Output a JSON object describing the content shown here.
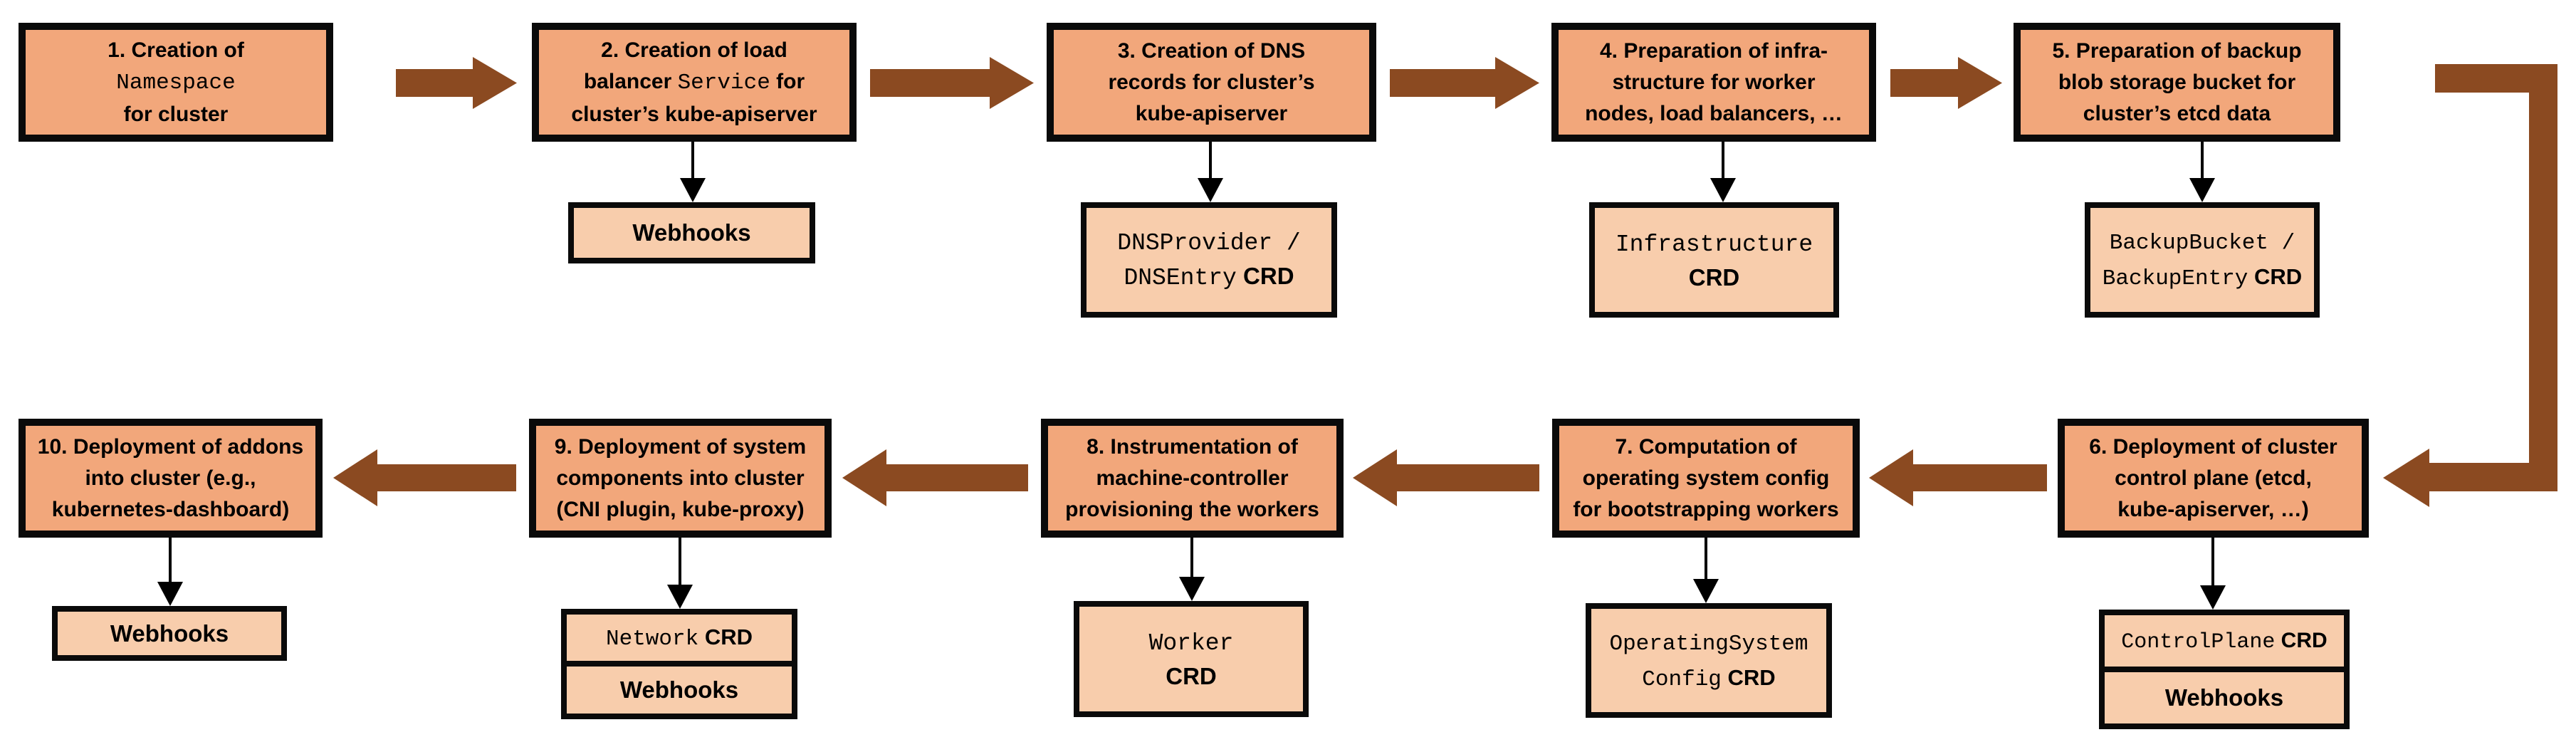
{
  "diagram": {
    "type": "flowchart",
    "subject": "Cluster creation flow with CRDs and Webhooks",
    "colors": {
      "step_box_fill": "#F2A77B",
      "attachment_box_fill": "#F8CDAC",
      "block_arrow": "#8B4A21",
      "border": "#0A0A0A",
      "background": "#FFFFFF"
    }
  },
  "steps": [
    {
      "l1": [
        {
          "t": "1. Creation of"
        }
      ],
      "l2": [
        {
          "t": "Namespace"
        }
      ],
      "l3": [
        {
          "t": "for cluster"
        }
      ]
    },
    {
      "l1": [
        {
          "t": "2. Creation of load"
        }
      ],
      "l2": [
        {
          "t": "balancer "
        },
        {
          "t": "Service"
        },
        {
          "t": " for"
        }
      ],
      "l3": [
        {
          "t": "cluster’s kube-apiserver"
        }
      ]
    },
    {
      "l1": [
        {
          "t": "3. Creation of DNS"
        }
      ],
      "l2": [
        {
          "t": "records for cluster’s"
        }
      ],
      "l3": [
        {
          "t": "kube-apiserver"
        }
      ]
    },
    {
      "l1": [
        {
          "t": "4. Preparation of infra-"
        }
      ],
      "l2": [
        {
          "t": "structure for worker"
        }
      ],
      "l3": [
        {
          "t": "nodes, load balancers, …"
        }
      ]
    },
    {
      "l1": [
        {
          "t": "5. Preparation of backup"
        }
      ],
      "l2": [
        {
          "t": "blob storage bucket for"
        }
      ],
      "l3": [
        {
          "t": "cluster’s etcd data"
        }
      ]
    },
    {
      "l1": [
        {
          "t": "6. Deployment of cluster"
        }
      ],
      "l2": [
        {
          "t": "control plane (etcd,"
        }
      ],
      "l3": [
        {
          "t": "kube-apiserver, …)"
        }
      ]
    },
    {
      "l1": [
        {
          "t": "7. Computation of"
        }
      ],
      "l2": [
        {
          "t": "operating system config"
        }
      ],
      "l3": [
        {
          "t": "for bootstrapping workers"
        }
      ]
    },
    {
      "l1": [
        {
          "t": "8. Instrumentation of"
        }
      ],
      "l2": [
        {
          "t": "machine-controller"
        }
      ],
      "l3": [
        {
          "t": "provisioning the workers"
        }
      ]
    },
    {
      "l1": [
        {
          "t": "9. Deployment of system"
        }
      ],
      "l2": [
        {
          "t": "components into cluster"
        }
      ],
      "l3": [
        {
          "t": "(CNI plugin, kube-proxy)"
        }
      ]
    },
    {
      "l1": [
        {
          "t": "10. Deployment of addons"
        }
      ],
      "l2": [
        {
          "t": "into cluster (e.g.,"
        }
      ],
      "l3": [
        {
          "t": "kubernetes-dashboard)"
        }
      ]
    }
  ],
  "attachments": {
    "b2_webhooks": {
      "label": "Webhooks"
    },
    "b3_crd": {
      "line1": "DNSProvider /",
      "mono2": "DNSEntry",
      "suffix2": " CRD"
    },
    "b4_crd": {
      "line1": "Infrastructure",
      "line2": "CRD"
    },
    "b5_crd": {
      "line1": "BackupBucket /",
      "mono2": "BackupEntry",
      "suffix2": " CRD"
    },
    "b6_crd": {
      "mono": "ControlPlane",
      "suffix": " CRD"
    },
    "b6_webhooks": {
      "label": "Webhooks"
    },
    "b7_crd": {
      "line1": "OperatingSystem",
      "mono2": "Config",
      "suffix2": " CRD"
    },
    "b8_crd": {
      "line1": "Worker",
      "line2": "CRD"
    },
    "b9_crd": {
      "mono": "Network",
      "suffix": " CRD"
    },
    "b9_webhooks": {
      "label": "Webhooks"
    },
    "b10_webhooks": {
      "label": "Webhooks"
    }
  }
}
